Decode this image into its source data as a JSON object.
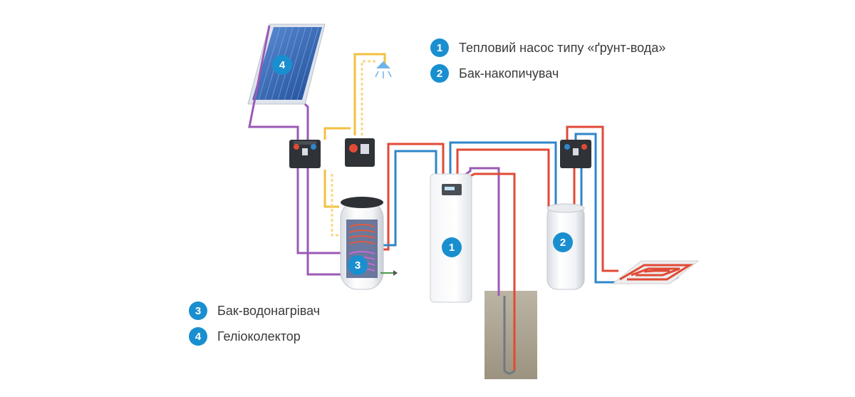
{
  "legend": [
    {
      "number": "1",
      "label": "Тепловий насос типу «ґрунт-вода»"
    },
    {
      "number": "2",
      "label": "Бак-накопичувач"
    },
    {
      "number": "3",
      "label": "Бак-водонагрівач"
    },
    {
      "number": "4",
      "label": "Геліоколектор"
    }
  ],
  "markers": {
    "heat_pump": "1",
    "storage_tank": "2",
    "water_heater": "3",
    "solar_collector": "4"
  },
  "colors": {
    "badge": "#1a8fd0",
    "flow_hot": "#e04a36",
    "flow_cold": "#2f86c9",
    "ground_loop": "#9b59b6",
    "dhw_line": "#f2c040",
    "panel_blue": "#2f5aa8",
    "ground_box": "#a39a88"
  }
}
